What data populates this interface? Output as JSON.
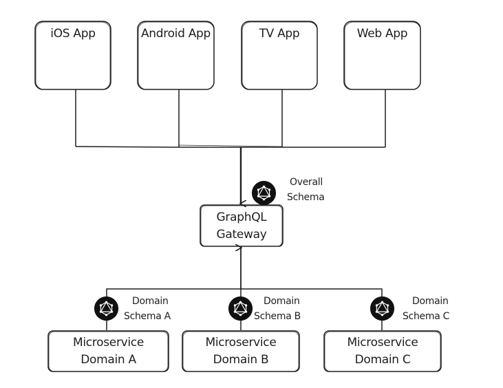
{
  "diagram": {
    "clients": [
      {
        "label": "iOS App"
      },
      {
        "label": "Android App"
      },
      {
        "label": "TV App"
      },
      {
        "label": "Web App"
      }
    ],
    "gateway": {
      "line1": "GraphQL",
      "line2": "Gateway"
    },
    "overall_schema": {
      "line1": "Overall",
      "line2": "Schema",
      "icon": "graphql-logo-icon"
    },
    "domains": [
      {
        "schema_line1": "Domain",
        "schema_line2": "Schema A",
        "service_line1": "Microservice",
        "service_line2": "Domain A",
        "icon": "graphql-logo-icon"
      },
      {
        "schema_line1": "Domain",
        "schema_line2": "Schema B",
        "service_line1": "Microservice",
        "service_line2": "Domain B",
        "icon": "graphql-logo-icon"
      },
      {
        "schema_line1": "Domain",
        "schema_line2": "Schema C",
        "service_line1": "Microservice",
        "service_line2": "Domain C",
        "icon": "graphql-logo-icon"
      }
    ],
    "colors": {
      "stroke": "#1e1e1e",
      "icon_fill": "#111111",
      "background": "#ffffff"
    }
  }
}
